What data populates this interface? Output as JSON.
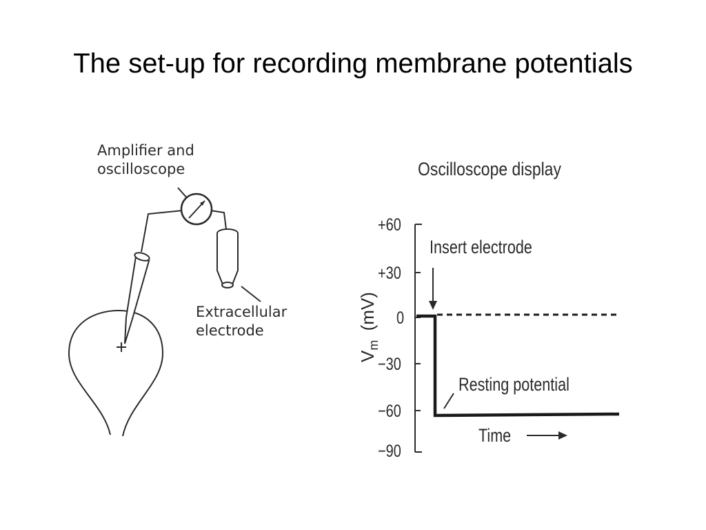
{
  "title": "The set-up for recording membrane potentials",
  "apparatus": {
    "amplifier_label_line1": "Amplifier and",
    "amplifier_label_line2": "oscilloscope",
    "extracellular_label_line1": "Extracellular",
    "extracellular_label_line2": "electrode"
  },
  "oscilloscope": {
    "panel_title": "Oscilloscope display",
    "y_axis_label_main": "V",
    "y_axis_label_sub": "m",
    "y_axis_unit": "(mV)",
    "y_ticks": [
      "+60",
      "+30",
      "0",
      "−30",
      "−60",
      "−90"
    ],
    "annotation_insert": "Insert electrode",
    "annotation_resting": "Resting potential",
    "x_axis_label": "Time",
    "x_axis_arrow": "—▶"
  }
}
